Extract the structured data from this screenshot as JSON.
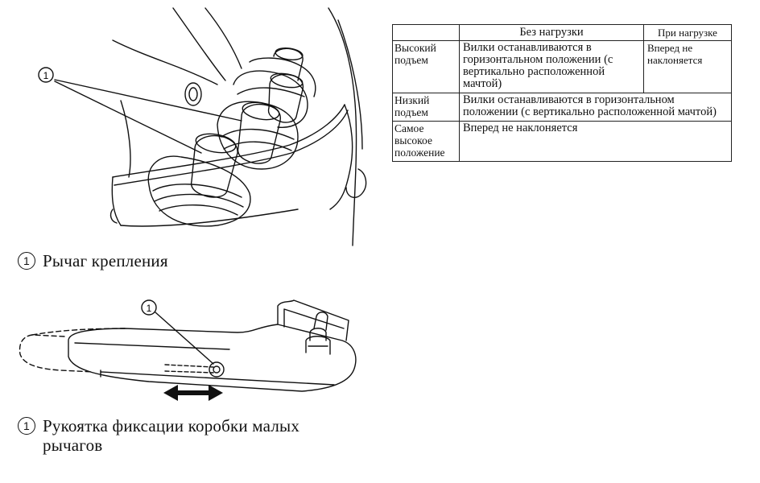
{
  "figure1": {
    "callout_number": "1",
    "caption_number": "1",
    "caption": "Рычаг крепления"
  },
  "figure2": {
    "callout_number": "1",
    "caption_number": "1",
    "caption_line1": "Рукоятка фиксации коробки малых",
    "caption_line2": "рычагов"
  },
  "table": {
    "headers": [
      "",
      "Без нагрузки",
      "При нагрузке"
    ],
    "rows": [
      {
        "label": "Высокий подъем",
        "no_load": "Вилки останавливаются в горизонтальном положении (с вертикально расположенной мачтой)",
        "load": "Вперед не наклоняется"
      },
      {
        "label": "Низкий подъем",
        "no_load": "Вилки останавливаются в горизонтальном положении (с вертикально расположенной мачтой)",
        "load": ""
      },
      {
        "label": "Самое высокое положение",
        "no_load": "Вперед не наклоняется",
        "load": ""
      }
    ]
  }
}
